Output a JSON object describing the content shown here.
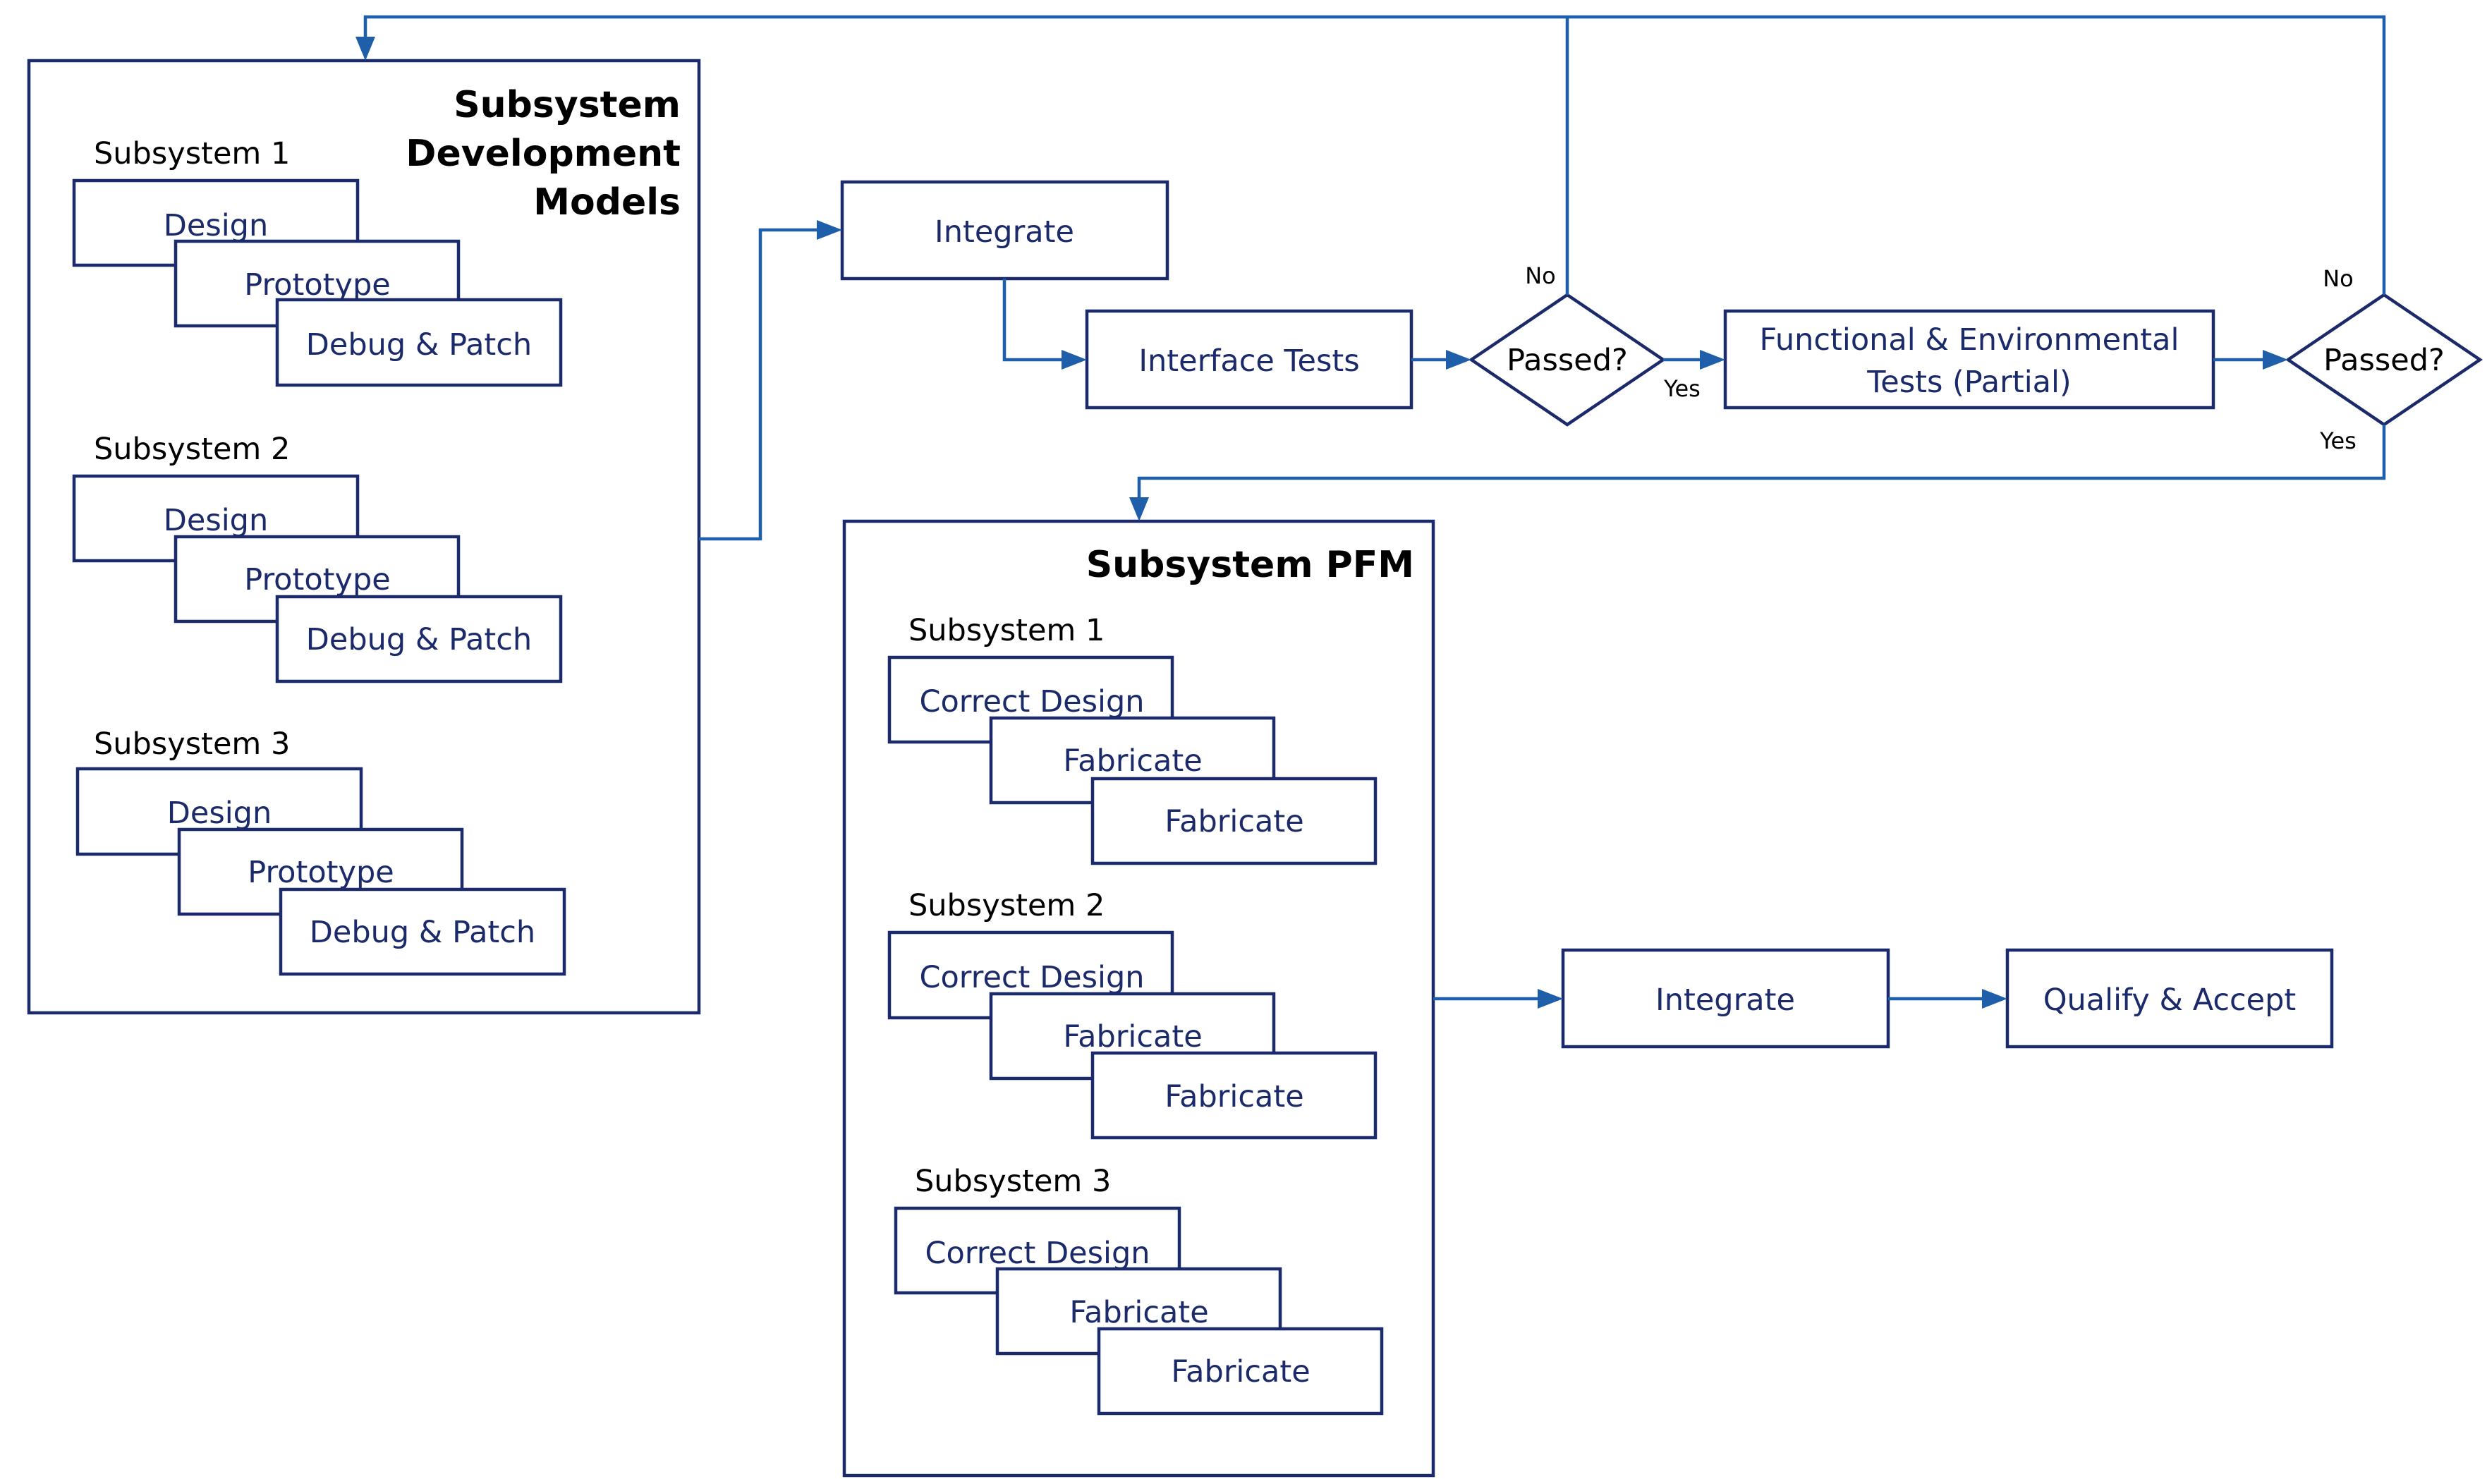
{
  "dev": {
    "title": [
      "Subsystem",
      "Development",
      "Models"
    ],
    "groups": [
      {
        "label": "Subsystem 1",
        "steps": [
          "Design",
          "Prototype",
          "Debug & Patch"
        ]
      },
      {
        "label": "Subsystem 2",
        "steps": [
          "Design",
          "Prototype",
          "Debug & Patch"
        ]
      },
      {
        "label": "Subsystem 3",
        "steps": [
          "Design",
          "Prototype",
          "Debug & Patch"
        ]
      }
    ]
  },
  "pfm": {
    "title": "Subsystem PFM",
    "groups": [
      {
        "label": "Subsystem 1",
        "steps": [
          "Correct Design",
          "Fabricate",
          "Fabricate"
        ]
      },
      {
        "label": "Subsystem 2",
        "steps": [
          "Correct Design",
          "Fabricate",
          "Fabricate"
        ]
      },
      {
        "label": "Subsystem 3",
        "steps": [
          "Correct Design",
          "Fabricate",
          "Fabricate"
        ]
      }
    ]
  },
  "flow": {
    "integrate_1": "Integrate",
    "interface_tests": "Interface Tests",
    "decision_1": "Passed?",
    "functional_tests": [
      "Functional & Environmental",
      "Tests (Partial)"
    ],
    "decision_2": "Passed?",
    "integrate_2": "Integrate",
    "qualify": "Qualify & Accept"
  },
  "edge_labels": {
    "no_1": "No",
    "yes_1": "Yes",
    "no_2": "No",
    "yes_2": "Yes"
  },
  "colors": {
    "box_stroke": "#1b2a6b",
    "connector": "#1f5ea8",
    "box_text": "#1b2a6b"
  }
}
